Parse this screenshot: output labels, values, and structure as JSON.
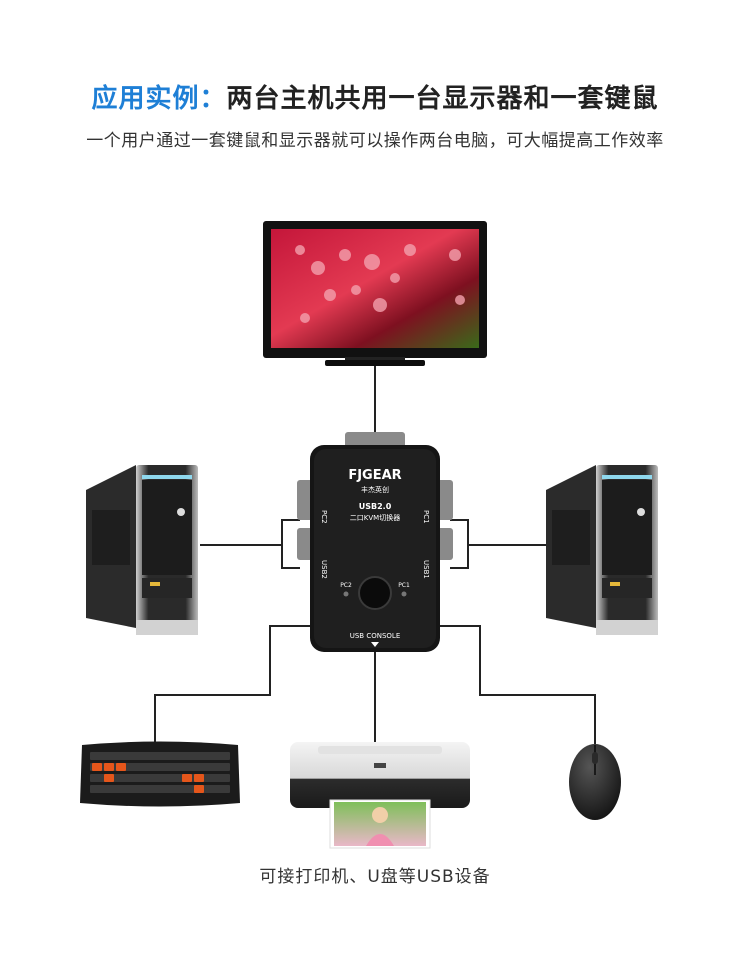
{
  "header": {
    "title_prefix": "应用实例：",
    "title_main": "两台主机共用一台显示器和一套键鼠",
    "subtitle": "一个用户通过一套键鼠和显示器就可以操作两台电脑，可大幅提高工作效率"
  },
  "kvm": {
    "brand": "FJGEAR",
    "brand_cn": "丰杰英创",
    "model": "USB2.0",
    "model_cn": "二口KVM切换器",
    "port_pc1": "PC1",
    "port_pc2": "PC2",
    "usb1": "USB1",
    "usb2": "USB2",
    "console": "USB CONSOLE"
  },
  "footer": {
    "caption": "可接打印机、U盘等USB设备"
  },
  "colors": {
    "accent": "#1e7fd6",
    "cable": "#222222"
  }
}
